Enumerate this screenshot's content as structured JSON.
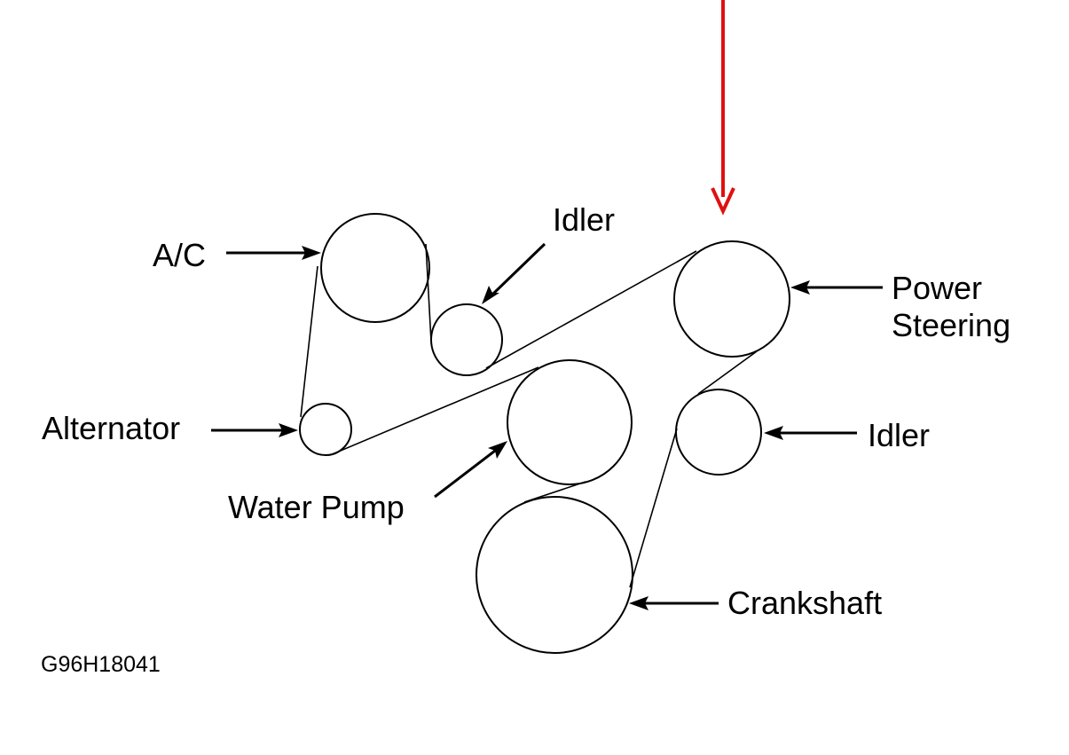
{
  "labels": {
    "ac": "A/C",
    "idler_top": "Idler",
    "power_steering_line1": "Power",
    "power_steering_line2": "Steering",
    "alternator": "Alternator",
    "idler_right": "Idler",
    "water_pump": "Water Pump",
    "crankshaft": "Crankshaft",
    "figure_code": "G96H18041"
  },
  "colors": {
    "ink": "#000000",
    "highlight_arrow": "#e01010",
    "background": "#ffffff"
  }
}
